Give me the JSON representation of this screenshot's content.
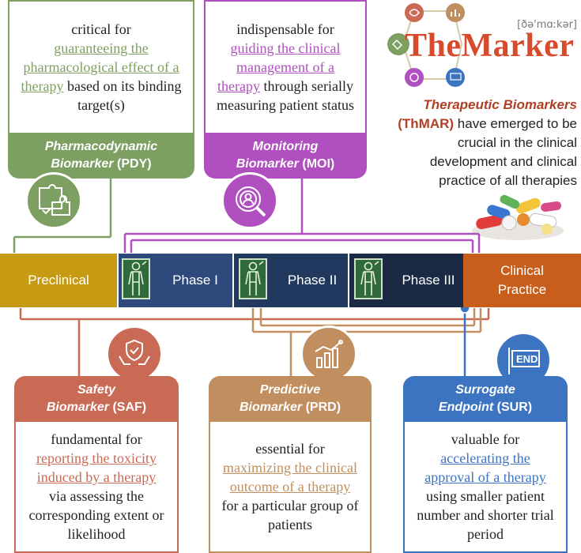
{
  "brand": {
    "phonetic": "[ðə'mɑːkər]",
    "name": "TheMarker"
  },
  "intro": {
    "bold": "Therapeutic Biomarkers",
    "abbr": "(ThMAR)",
    "rest": "have emerged to be crucial in the clinical development and clinical practice of all therapies"
  },
  "pdy": {
    "desc_pre": "critical for",
    "desc_hl": "guaranteeing the pharmacological effect of a therapy",
    "desc_post": "based on its binding target(s)",
    "title": "Pharmacodynamic",
    "title2": "Biomarker",
    "abbr": "(PDY)",
    "color": "#7da062"
  },
  "moi": {
    "desc_pre": "indispensable for",
    "desc_hl": "guiding the clinical management of a therapy",
    "desc_post": "through serially measuring patient status",
    "title": "Monitoring",
    "title2": "Biomarker",
    "abbr": "(MOI)",
    "color": "#b04fbf"
  },
  "saf": {
    "title": "Safety",
    "title2": "Biomarker",
    "abbr": "(SAF)",
    "desc_pre": "fundamental for",
    "desc_hl": "reporting the toxicity induced by a therapy",
    "desc_post": "via assessing the corresponding extent or likelihood",
    "color": "#c96a55"
  },
  "prd": {
    "title": "Predictive",
    "title2": "Biomarker",
    "abbr": "(PRD)",
    "desc_pre": "essential for",
    "desc_hl": "maximizing the clinical outcome of a therapy",
    "desc_post": "for a particular group of patients",
    "color": "#c18f5f"
  },
  "sur": {
    "title": "Surrogate",
    "title2": "Endpoint",
    "abbr": "(SUR)",
    "desc_pre": "valuable for",
    "desc_hl": "accelerating the approval of a therapy",
    "desc_post": "using smaller patient number and shorter trial period",
    "color": "#3d74c2",
    "icon_text": "END"
  },
  "timeline": {
    "preclinical": "Preclinical",
    "phase1": "Phase I",
    "phase2": "Phase II",
    "phase3": "Phase III",
    "clinical": "Clinical Practice"
  }
}
